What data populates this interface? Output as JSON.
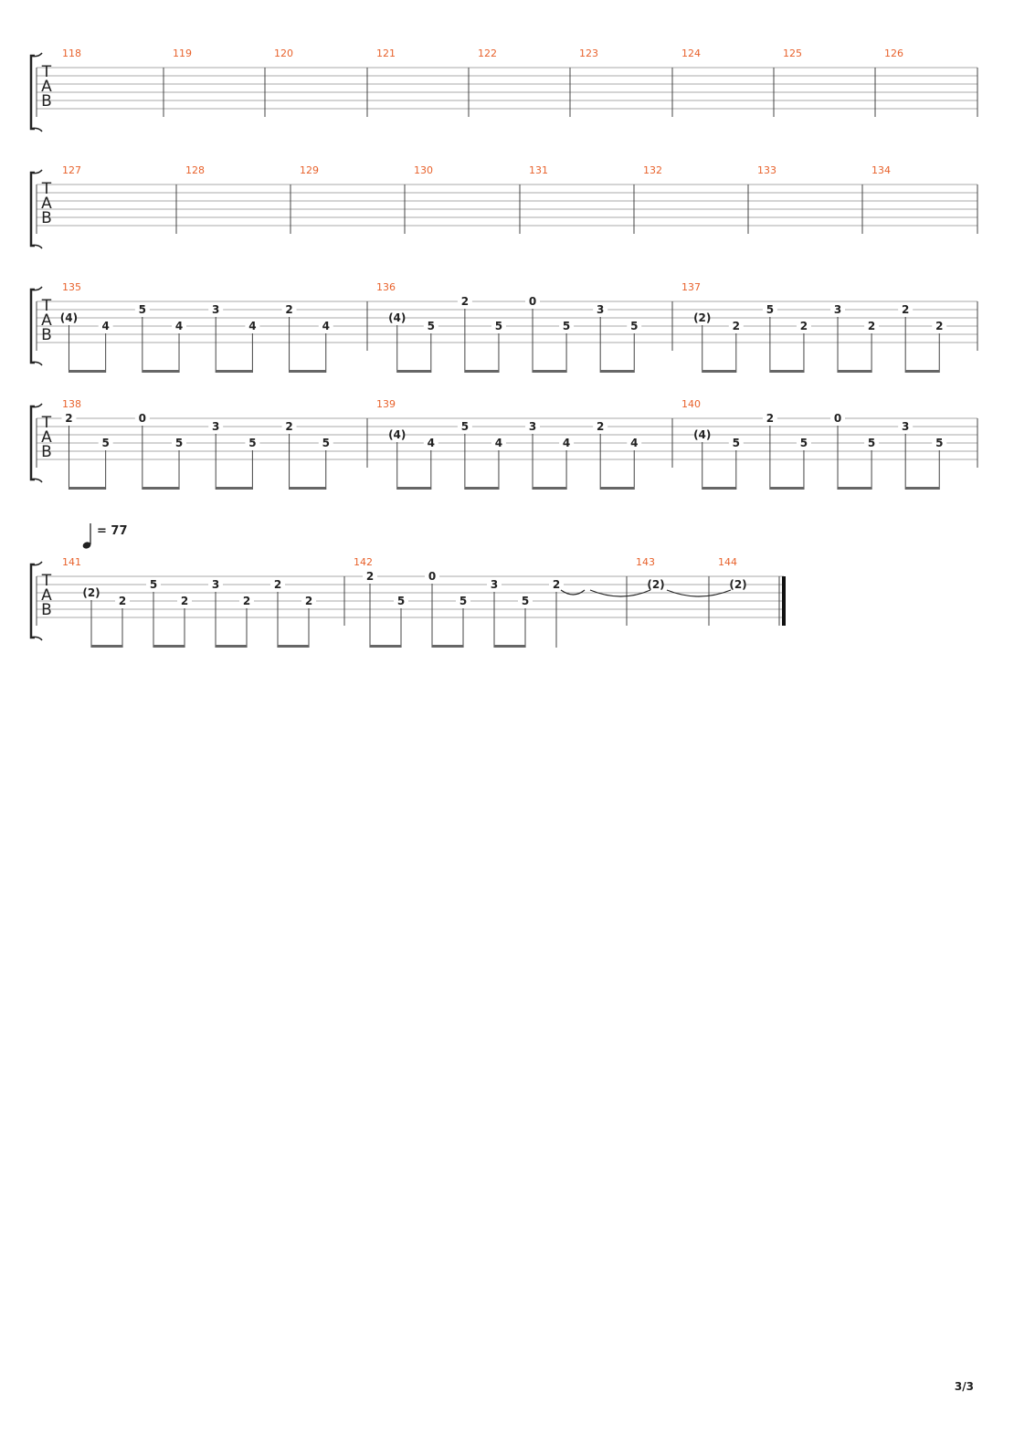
{
  "tab_label": [
    "T",
    "A",
    "B"
  ],
  "tempo": {
    "symbol": "quarter-note",
    "text": "= 77"
  },
  "page_number": "3/3",
  "systems": [
    {
      "measures": [
        {
          "number": "118",
          "notes": []
        },
        {
          "number": "119",
          "notes": []
        },
        {
          "number": "120",
          "notes": []
        },
        {
          "number": "121",
          "notes": []
        },
        {
          "number": "122",
          "notes": []
        },
        {
          "number": "123",
          "notes": []
        },
        {
          "number": "124",
          "notes": []
        },
        {
          "number": "125",
          "notes": []
        },
        {
          "number": "126",
          "notes": []
        }
      ]
    },
    {
      "measures": [
        {
          "number": "127",
          "notes": []
        },
        {
          "number": "128",
          "notes": []
        },
        {
          "number": "129",
          "notes": []
        },
        {
          "number": "130",
          "notes": []
        },
        {
          "number": "131",
          "notes": []
        },
        {
          "number": "132",
          "notes": []
        },
        {
          "number": "133",
          "notes": []
        },
        {
          "number": "134",
          "notes": []
        }
      ]
    },
    {
      "measures": [
        {
          "number": "135",
          "notes": [
            {
              "string": 3,
              "fret": "(4)"
            },
            {
              "string": 4,
              "fret": "4"
            },
            {
              "string": 2,
              "fret": "5"
            },
            {
              "string": 4,
              "fret": "4"
            },
            {
              "string": 2,
              "fret": "3"
            },
            {
              "string": 4,
              "fret": "4"
            },
            {
              "string": 2,
              "fret": "2"
            },
            {
              "string": 4,
              "fret": "4"
            }
          ]
        },
        {
          "number": "136",
          "notes": [
            {
              "string": 3,
              "fret": "(4)"
            },
            {
              "string": 4,
              "fret": "5"
            },
            {
              "string": 1,
              "fret": "2"
            },
            {
              "string": 4,
              "fret": "5"
            },
            {
              "string": 1,
              "fret": "0"
            },
            {
              "string": 4,
              "fret": "5"
            },
            {
              "string": 2,
              "fret": "3"
            },
            {
              "string": 4,
              "fret": "5"
            }
          ]
        },
        {
          "number": "137",
          "notes": [
            {
              "string": 3,
              "fret": "(2)"
            },
            {
              "string": 4,
              "fret": "2"
            },
            {
              "string": 2,
              "fret": "5"
            },
            {
              "string": 4,
              "fret": "2"
            },
            {
              "string": 2,
              "fret": "3"
            },
            {
              "string": 4,
              "fret": "2"
            },
            {
              "string": 2,
              "fret": "2"
            },
            {
              "string": 4,
              "fret": "2"
            }
          ]
        }
      ]
    },
    {
      "measures": [
        {
          "number": "138",
          "notes": [
            {
              "string": 1,
              "fret": "2"
            },
            {
              "string": 4,
              "fret": "5"
            },
            {
              "string": 1,
              "fret": "0"
            },
            {
              "string": 4,
              "fret": "5"
            },
            {
              "string": 2,
              "fret": "3"
            },
            {
              "string": 4,
              "fret": "5"
            },
            {
              "string": 2,
              "fret": "2"
            },
            {
              "string": 4,
              "fret": "5"
            }
          ]
        },
        {
          "number": "139",
          "notes": [
            {
              "string": 3,
              "fret": "(4)"
            },
            {
              "string": 4,
              "fret": "4"
            },
            {
              "string": 2,
              "fret": "5"
            },
            {
              "string": 4,
              "fret": "4"
            },
            {
              "string": 2,
              "fret": "3"
            },
            {
              "string": 4,
              "fret": "4"
            },
            {
              "string": 2,
              "fret": "2"
            },
            {
              "string": 4,
              "fret": "4"
            }
          ]
        },
        {
          "number": "140",
          "notes": [
            {
              "string": 3,
              "fret": "(4)"
            },
            {
              "string": 4,
              "fret": "5"
            },
            {
              "string": 1,
              "fret": "2"
            },
            {
              "string": 4,
              "fret": "5"
            },
            {
              "string": 1,
              "fret": "0"
            },
            {
              "string": 4,
              "fret": "5"
            },
            {
              "string": 2,
              "fret": "3"
            },
            {
              "string": 4,
              "fret": "5"
            }
          ]
        }
      ]
    },
    {
      "measures": [
        {
          "number": "141",
          "notes": [
            {
              "string": 3,
              "fret": "(2)"
            },
            {
              "string": 4,
              "fret": "2"
            },
            {
              "string": 2,
              "fret": "5"
            },
            {
              "string": 4,
              "fret": "2"
            },
            {
              "string": 2,
              "fret": "3"
            },
            {
              "string": 4,
              "fret": "2"
            },
            {
              "string": 2,
              "fret": "2"
            },
            {
              "string": 4,
              "fret": "2"
            }
          ]
        },
        {
          "number": "142",
          "notes": [
            {
              "string": 1,
              "fret": "2"
            },
            {
              "string": 4,
              "fret": "5"
            },
            {
              "string": 1,
              "fret": "0"
            },
            {
              "string": 4,
              "fret": "5"
            },
            {
              "string": 2,
              "fret": "3"
            },
            {
              "string": 4,
              "fret": "5"
            },
            {
              "string": 2,
              "fret": "2"
            }
          ]
        },
        {
          "number": "143",
          "notes": [
            {
              "string": 2,
              "fret": "(2)"
            }
          ]
        },
        {
          "number": "144",
          "notes": [
            {
              "string": 2,
              "fret": "(2)"
            }
          ]
        }
      ]
    }
  ]
}
